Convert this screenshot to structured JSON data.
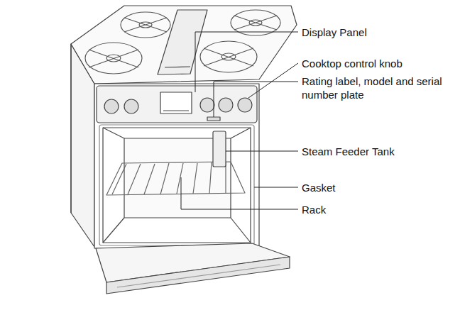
{
  "diagram": {
    "labels": [
      "Display Panel",
      "Cooktop control knob",
      "Rating label, model and serial number plate",
      "Steam Feeder Tank",
      "Gasket",
      "Rack"
    ]
  }
}
